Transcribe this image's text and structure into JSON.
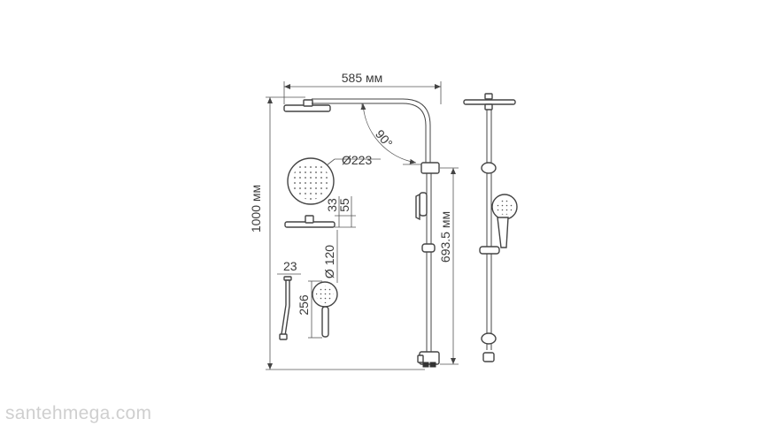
{
  "dimensions": {
    "width_top": "585 мм",
    "height_total": "1000 мм",
    "height_bar": "693.5 мм",
    "angle": "90°",
    "head_diameter": "Ø223",
    "head_thickness_a": "33",
    "head_thickness_b": "55",
    "hand_diameter": "Ø 120",
    "hose_width": "23",
    "hand_length": "256"
  },
  "watermark": "santehmega.com"
}
